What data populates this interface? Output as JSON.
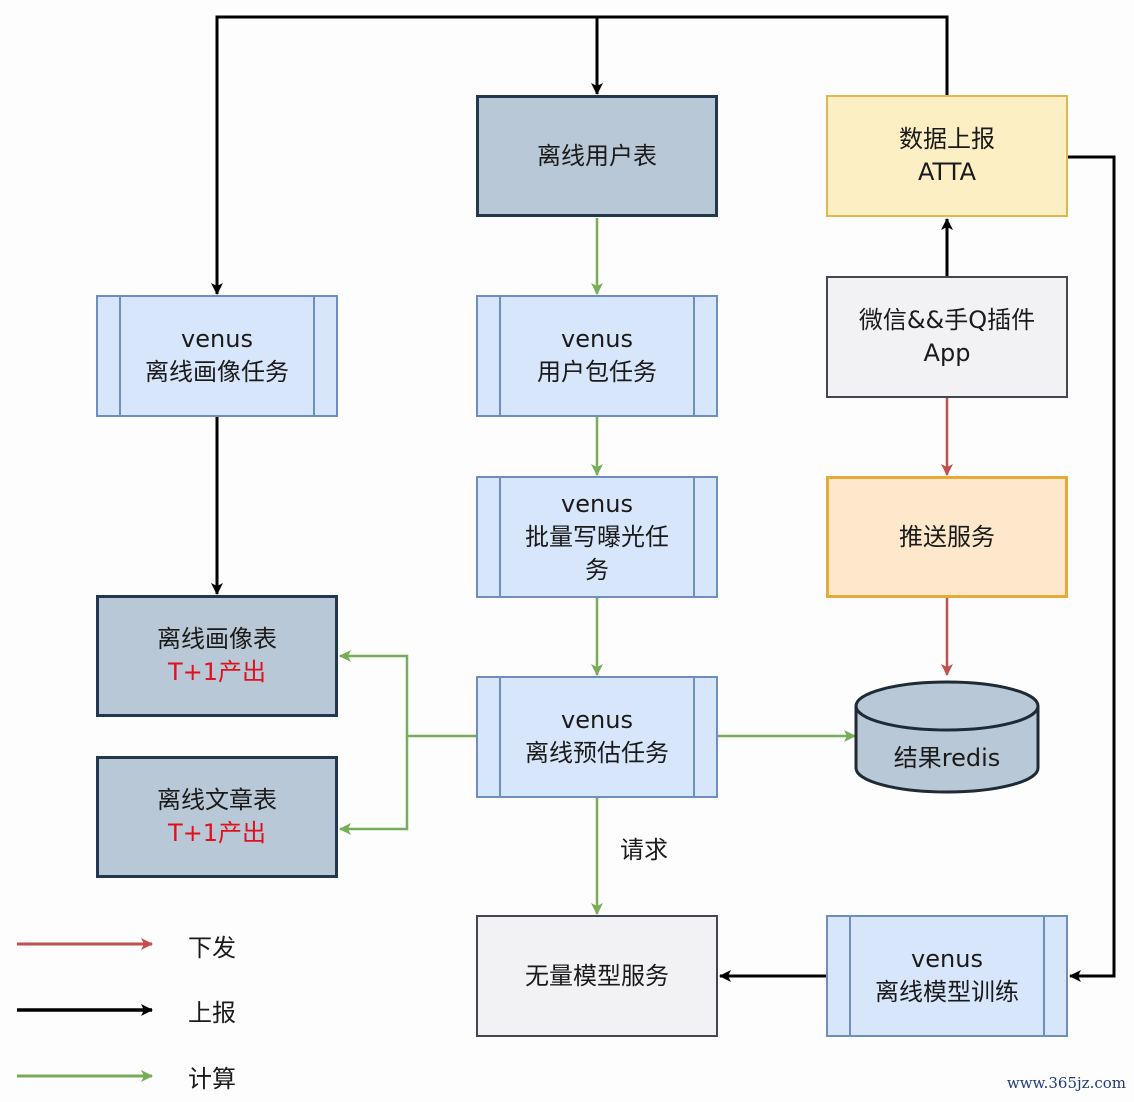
{
  "colors": {
    "distribute_arrow": "#c0504d",
    "report_arrow": "#000000",
    "compute_arrow": "#78ad58",
    "table_fill": "#b9c8d6",
    "task_fill": "#d8e6fb",
    "report_fill": "#fcefc4",
    "push_fill": "#fde8cc",
    "highlight_text": "#e0101c"
  },
  "nodes": {
    "offline_user_table": {
      "lines": [
        "离线用户表"
      ]
    },
    "data_report_atta": {
      "lines": [
        "数据上报",
        "ATTA"
      ]
    },
    "venus_profile_task": {
      "lines": [
        "venus",
        "离线画像任务"
      ]
    },
    "venus_user_package_task": {
      "lines": [
        "venus",
        "用户包任务"
      ]
    },
    "wechat_qq_plugin_app": {
      "lines": [
        "微信&&手Q插件",
        "App"
      ]
    },
    "venus_batch_exposure_task": {
      "lines": [
        "venus",
        "批量写曝光任",
        "务"
      ]
    },
    "push_service": {
      "lines": [
        "推送服务"
      ]
    },
    "offline_profile_table": {
      "lines": [
        "离线画像表"
      ],
      "note": "T+1产出"
    },
    "offline_article_table": {
      "lines": [
        "离线文章表"
      ],
      "note": "T+1产出"
    },
    "venus_offline_predict_task": {
      "lines": [
        "venus",
        "离线预估任务"
      ]
    },
    "result_redis": {
      "label": "结果redis"
    },
    "wuliang_model_service": {
      "lines": [
        "无量模型服务"
      ]
    },
    "venus_offline_model_training": {
      "lines": [
        "venus",
        "离线模型训练"
      ]
    }
  },
  "edge_labels": {
    "request": "请求"
  },
  "legend": [
    {
      "type": "distribute",
      "label": "下发"
    },
    {
      "type": "report",
      "label": "上报"
    },
    {
      "type": "compute",
      "label": "计算"
    }
  ],
  "watermark": "www.365jz.com"
}
